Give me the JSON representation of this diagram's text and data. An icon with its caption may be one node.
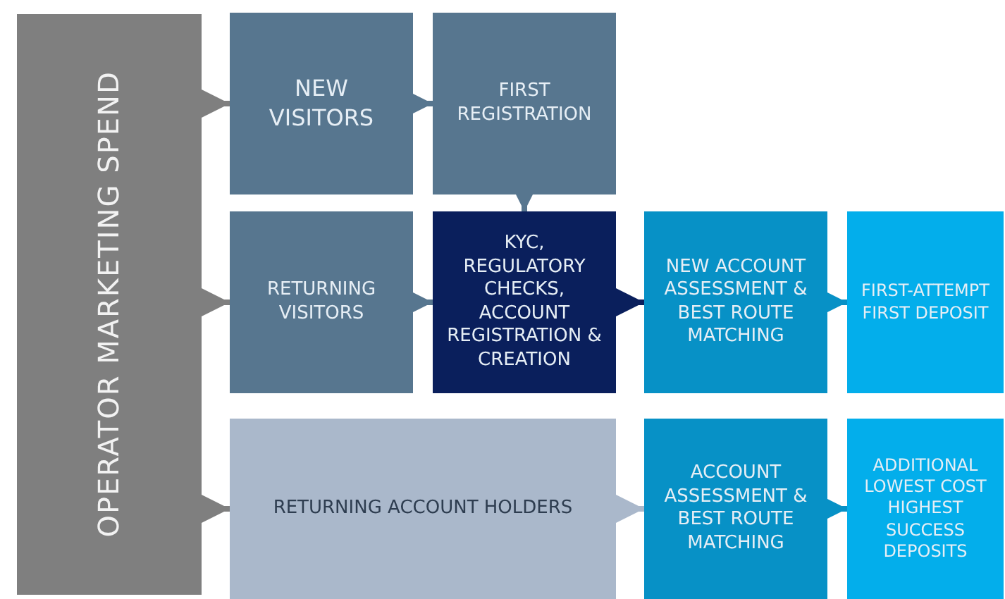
{
  "diagram": {
    "nodes": [
      {
        "text": [
          "OPERATOR MARKETING SPEND"
        ]
      },
      {
        "text": [
          "NEW VISITORS"
        ]
      },
      {
        "text": [
          "FIRST REGISTRATION"
        ]
      },
      {
        "text": [
          "RETURNING VISITORS"
        ]
      },
      {
        "text": [
          "KYC, REGULATORY CHECKS, ACCOUNT REGISTRATION & CREATION"
        ]
      },
      {
        "text": [
          "NEW ACCOUNT ASSESSMENT & BEST ROUTE MATCHING"
        ]
      },
      {
        "text": [
          "FIRST-ATTEMPT FIRST DEPOSIT"
        ]
      },
      {
        "text": [
          "RETURNING ACCOUNT HOLDERS"
        ]
      },
      {
        "text": [
          "ACCOUNT ASSESSMENT & BEST ROUTE MATCHING"
        ]
      },
      {
        "text": [
          "ADDITIONAL LOWEST COST HIGHEST SUCCESS DEPOSITS"
        ]
      }
    ],
    "edges": [
      {
        "from": 0,
        "to": 1,
        "arrow": "to",
        "color": "#7f7f7f"
      },
      {
        "from": 0,
        "to": 3,
        "arrow": "to",
        "color": "#7f7f7f"
      },
      {
        "from": 0,
        "to": 7,
        "arrow": "to",
        "color": "#7f7f7f"
      },
      {
        "from": 1,
        "to": 2,
        "arrow": "to"
      },
      {
        "from": 2,
        "to": 4,
        "arrow": "to"
      },
      {
        "from": 3,
        "to": 4,
        "arrow": "to"
      },
      {
        "from": 4,
        "to": 5,
        "arrow": "to",
        "color": "#0a1f5c"
      },
      {
        "from": 5,
        "to": 6,
        "arrow": "to",
        "color": "#0791c6"
      },
      {
        "from": 7,
        "to": 8,
        "arrow": "to",
        "color": "#aab8cb"
      },
      {
        "from": 8,
        "to": 9,
        "arrow": "to",
        "color": "#0791c6"
      }
    ]
  }
}
